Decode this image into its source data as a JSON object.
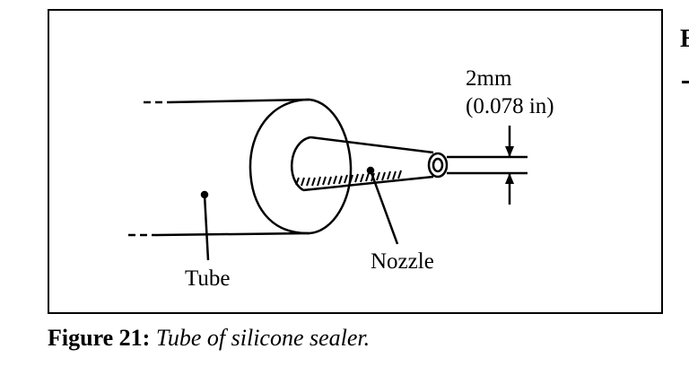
{
  "figure": {
    "labels": {
      "tube": "Tube",
      "nozzle": "Nozzle",
      "dimension_main": "2mm",
      "dimension_alt": "(0.078 in)"
    },
    "caption": {
      "label": "Figure 21:",
      "text": "Tube of silicone sealer."
    }
  },
  "edge_text": {
    "letter": "E"
  }
}
